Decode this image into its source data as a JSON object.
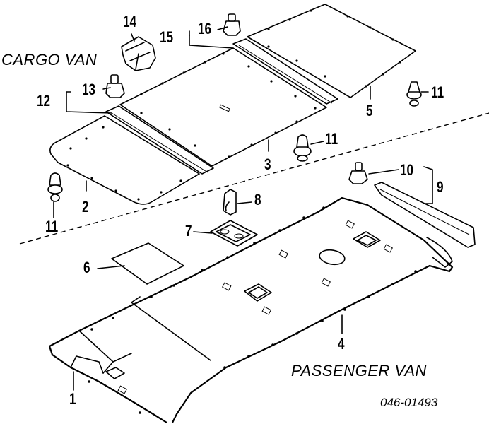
{
  "titles": {
    "cargo_van": "CARGO VAN",
    "passenger_van": "PASSENGER VAN"
  },
  "diagram_code": "046-01493",
  "callouts": {
    "c1": "1",
    "c2": "2",
    "c3": "3",
    "c4": "4",
    "c5": "5",
    "c6": "6",
    "c7": "7",
    "c8": "8",
    "c9": "9",
    "c10": "10",
    "c11a": "11",
    "c11b": "11",
    "c11c": "11",
    "c12": "12",
    "c13": "13",
    "c14": "14",
    "c15": "15",
    "c16": "16"
  }
}
